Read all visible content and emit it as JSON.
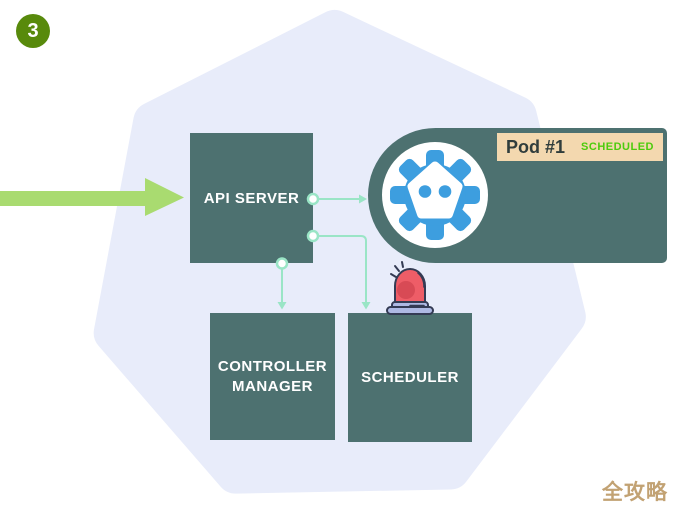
{
  "step_badge": {
    "number": "3"
  },
  "diagram": {
    "api_server": {
      "label": "API SERVER"
    },
    "controller_manager": {
      "label": "CONTROLLER MANAGER"
    },
    "scheduler": {
      "label": "SCHEDULER"
    },
    "pod": {
      "name": "Pod #1",
      "status": "SCHEDULED"
    }
  },
  "watermark": {
    "text": "全攻略"
  },
  "colors": {
    "box_teal": "#4d7170",
    "heptagon_background": "#e8ecfa",
    "flow_arrow_green": "#a9db70",
    "connector_mint": "#9ae5c6",
    "badge_green": "#588a0c",
    "pod_label_background": "#f3d8af",
    "pod_label_text": "#303d3c",
    "status_green": "#4ccb0c",
    "gear_blue": "#3d9edf",
    "siren_red": "#ee5d67",
    "siren_base_lavender": "#aeb9e3",
    "watermark_gold": "#c2a273"
  },
  "icons": {
    "gear_robot": "kubernetes-gear-robot-icon",
    "siren": "alarm-siren-icon"
  }
}
